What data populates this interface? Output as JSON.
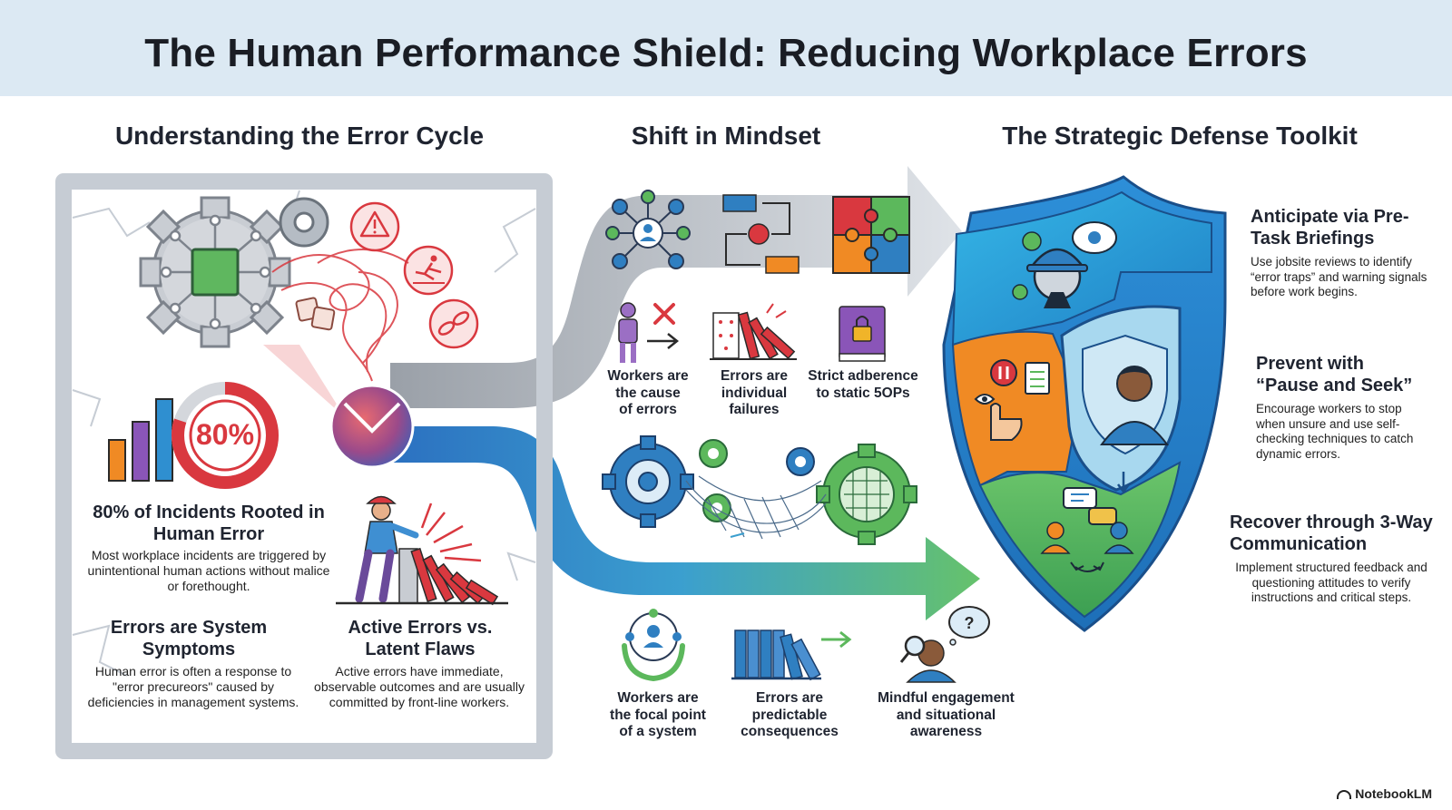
{
  "title": "The Human Performance Shield: Reducing Workplace Errors",
  "sections": {
    "error_cycle": "Understanding the Error Cycle",
    "mindset": "Shift in Mindset",
    "toolkit": "The Strategic Defense Toolkit"
  },
  "stat": {
    "value": "80%",
    "percent": 80,
    "heading": "80% of Incidents Rooted in Human Error",
    "text": "Most workplace incidents are triggered by unintentional human actions without malice or forethought."
  },
  "symptoms": {
    "heading": "Errors are System Symptoms",
    "text": "Human error is often a response to \"error precureors\" caused by deficiencies in management systems."
  },
  "active": {
    "heading": "Active Errors vs. Latent Flaws",
    "text": "Active errors have immediate, observable outcomes and are usually committed by front-line workers."
  },
  "old_mindset": [
    "Workers are\nthe cause\nof errors",
    "Errors are\nindividual\nfailures",
    "Strict adberence\nto static 5OPs"
  ],
  "new_mindset": [
    "Workers are\nthe focal point\nof a system",
    "Errors are\npredictable\nconsequences",
    "Mindful engagement\nand situational\nawareness"
  ],
  "toolkit": [
    {
      "heading": "Anticipate via Pre-Task Briefings",
      "text": "Use jobsite reviews to identify “error traps” and warning signals before work begins."
    },
    {
      "heading": "Prevent with “Pause and Seek”",
      "text": "Encourage workers to stop when unsure and use self-checking techniques to catch dynamic errors."
    },
    {
      "heading": "Recover through 3-Way Communication",
      "text": "Implement structured feedback and questioning attitudes to verify instructions and critical steps."
    }
  ],
  "brand": "NotebookLM",
  "colors": {
    "title_band": "#dce9f3",
    "red": "#d9383f",
    "blue": "#2f7fc1",
    "green": "#5cb85c",
    "orange": "#f08a24",
    "gray_arrow": "#b9bec6"
  }
}
